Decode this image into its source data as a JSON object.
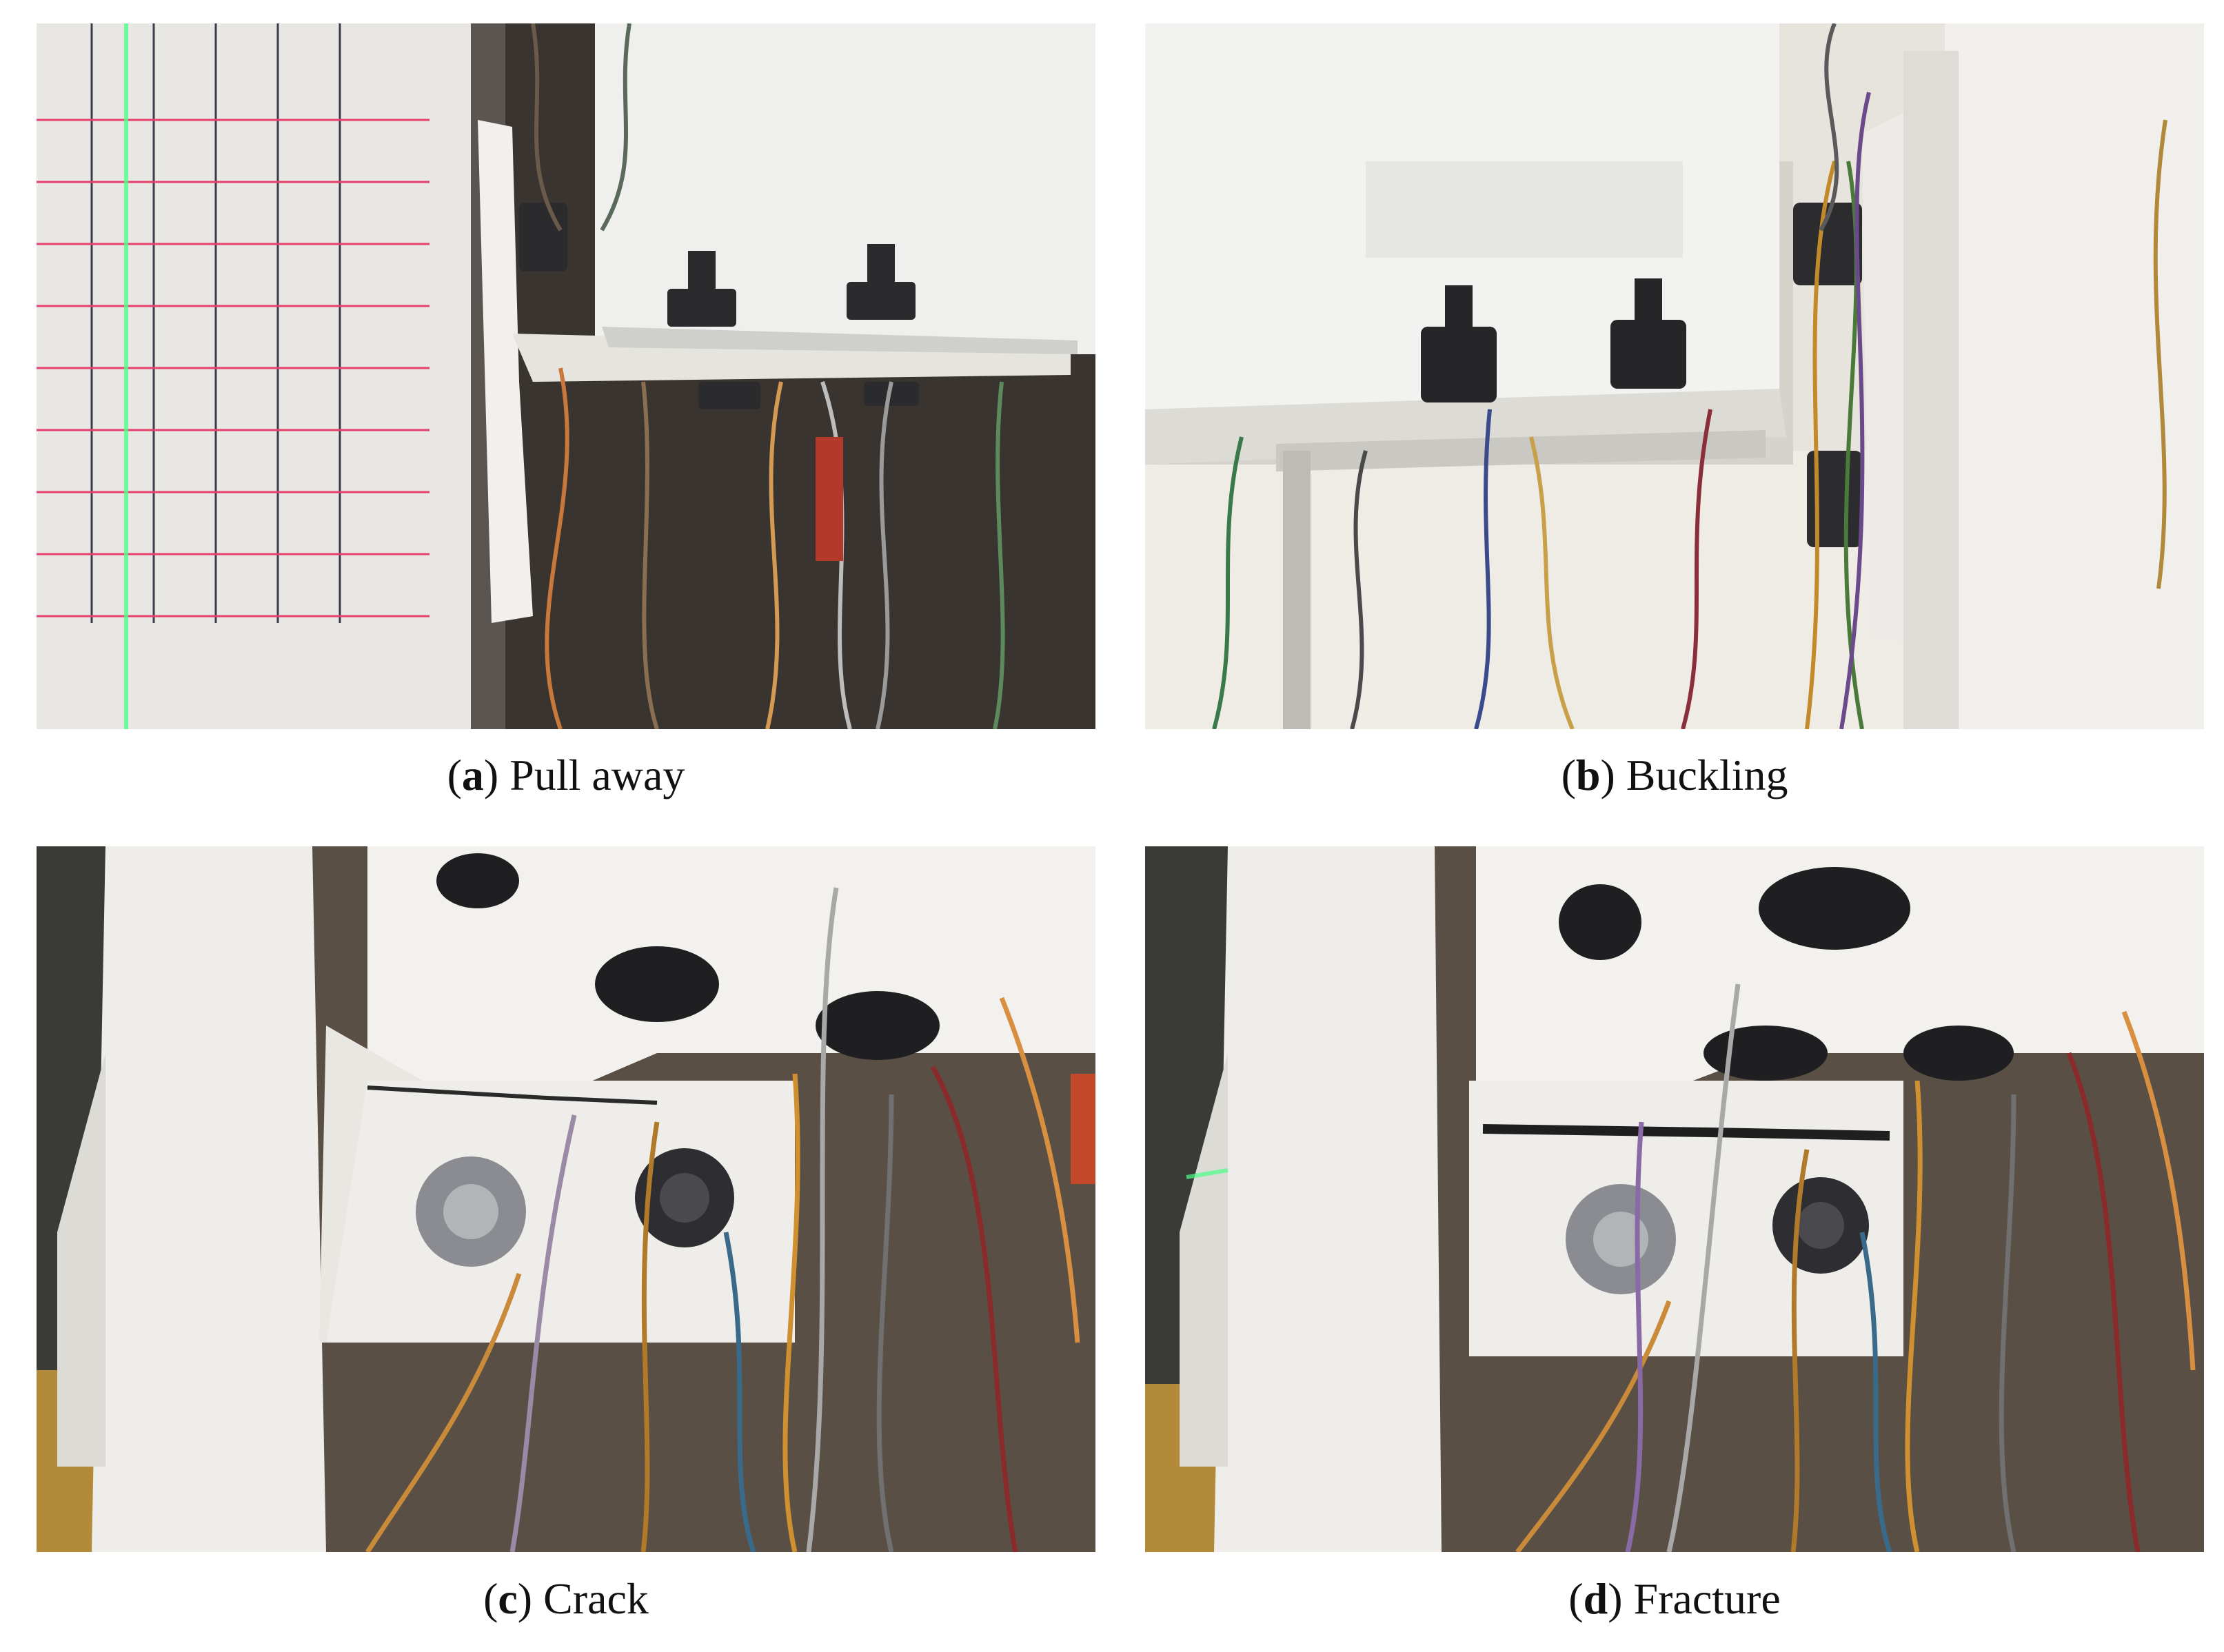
{
  "figure": {
    "panels": [
      {
        "letter": "a",
        "label": "Pull away"
      },
      {
        "letter": "b",
        "label": "Buckling"
      },
      {
        "letter": "c",
        "label": "Crack"
      },
      {
        "letter": "d",
        "label": "Fracture"
      }
    ]
  }
}
